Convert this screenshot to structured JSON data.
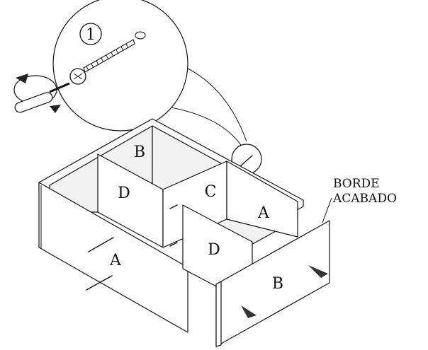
{
  "labels": {
    "step_number": "1",
    "panel_top_back": "B",
    "panel_left_inner": "D",
    "panel_center": "C",
    "panel_right_side": "A",
    "panel_front_left": "A",
    "panel_divider_front": "D",
    "panel_front_right": "B"
  },
  "note": {
    "line1": "BORDE",
    "line2": "ACABADO"
  }
}
